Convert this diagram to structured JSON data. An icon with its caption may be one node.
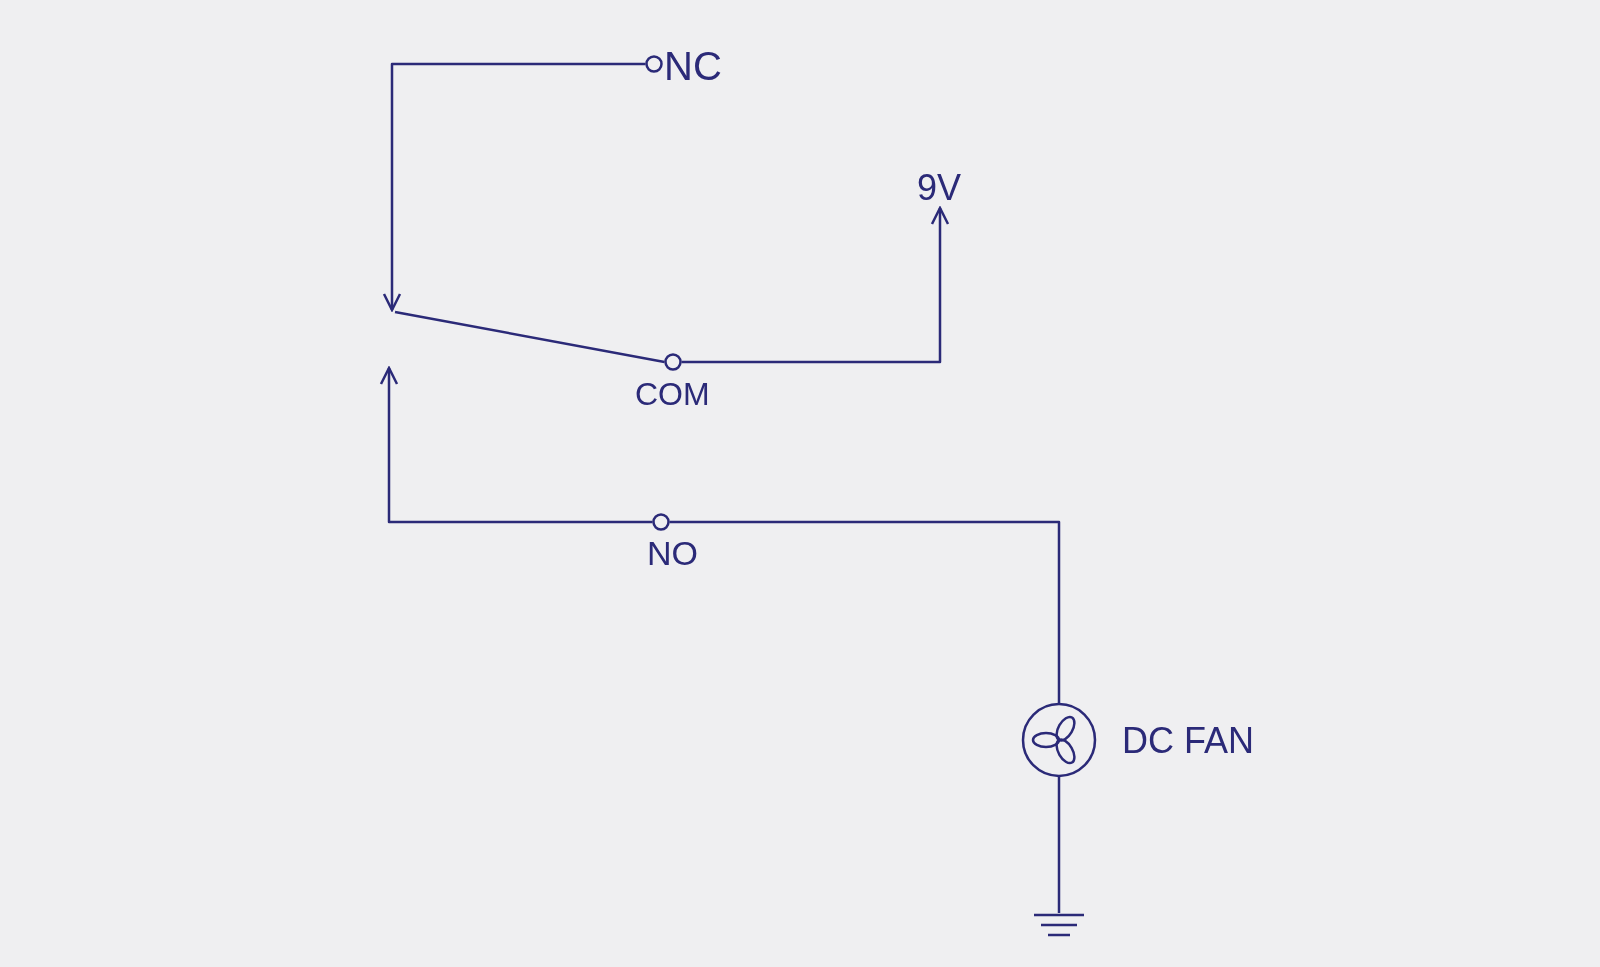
{
  "diagram": {
    "nodes": [
      {
        "text": [
          "NC"
        ]
      },
      {
        "text": [
          "COM"
        ]
      },
      {
        "text": [
          "NO"
        ]
      },
      {
        "text": [
          "9V"
        ]
      },
      {
        "text": [
          "DC FAN"
        ]
      },
      {
        "text": [],
        "shape": "ground"
      }
    ],
    "edges": [
      {
        "from": 0,
        "to": null,
        "arrow": "to"
      },
      {
        "from": 1,
        "to": null,
        "arrow": "none"
      },
      {
        "from": 2,
        "to": null,
        "arrow": "to"
      },
      {
        "from": 1,
        "to": 3,
        "arrow": "to"
      },
      {
        "from": 2,
        "to": 4,
        "arrow": "none"
      },
      {
        "from": 4,
        "to": 5,
        "arrow": "none"
      }
    ]
  }
}
